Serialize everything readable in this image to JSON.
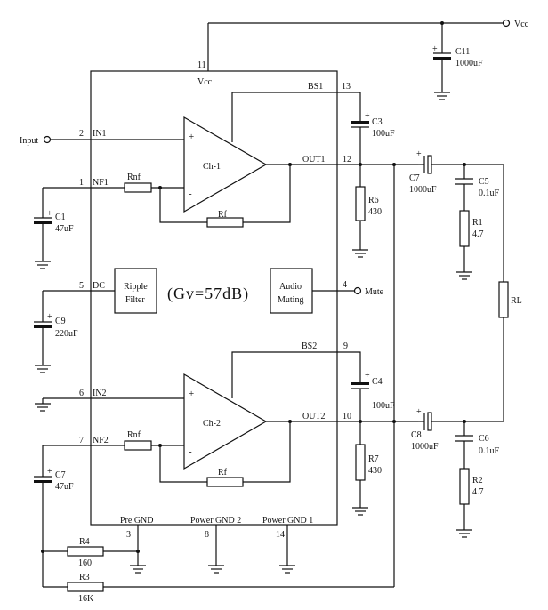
{
  "labels": {
    "vcc_rail": "Vcc",
    "vcc_pin": "Vcc",
    "bs1": "BS1",
    "bs2": "BS2",
    "in1": "IN1",
    "in2": "IN2",
    "nf1": "NF1",
    "nf2": "NF2",
    "dc": "DC",
    "out1": "OUT1",
    "out2": "OUT2",
    "input": "Input",
    "mute": "Mute",
    "ch1": "Ch-1",
    "ch2": "Ch-2",
    "gain": "(Gv=57dB)",
    "ripple_line1": "Ripple",
    "ripple_line2": "Filter",
    "audio_line1": "Audio",
    "audio_line2": "Muting",
    "pre_gnd": "Pre GND",
    "power_gnd2": "Power GND 2",
    "power_gnd1": "Power GND 1",
    "plus": "+",
    "minus": "-"
  },
  "pins": {
    "p11": "11",
    "p13": "13",
    "p12": "12",
    "p9": "9",
    "p10": "10",
    "p2": "2",
    "p1": "1",
    "p5": "5",
    "p4": "4",
    "p6": "6",
    "p7": "7",
    "p3": "3",
    "p8": "8",
    "p14": "14"
  },
  "components": {
    "c11": {
      "name": "C11",
      "value": "1000uF"
    },
    "c3": {
      "name": "C3",
      "value": "100uF"
    },
    "c4": {
      "name": "C4",
      "value": "100uF"
    },
    "c1": {
      "name": "C1",
      "value": "47uF"
    },
    "c9": {
      "name": "C9",
      "value": "220uF"
    },
    "c7_in": {
      "name": "C7",
      "value": "47uF"
    },
    "c7_out": {
      "name": "C7",
      "value": "1000uF"
    },
    "c8": {
      "name": "C8",
      "value": "1000uF"
    },
    "c5": {
      "name": "C5",
      "value": "0.1uF"
    },
    "c6": {
      "name": "C6",
      "value": "0.1uF"
    },
    "r1": {
      "name": "R1",
      "value": "4.7"
    },
    "r2": {
      "name": "R2",
      "value": "4.7"
    },
    "r6": {
      "name": "R6",
      "value": "430"
    },
    "r7": {
      "name": "R7",
      "value": "430"
    },
    "r4": {
      "name": "R4",
      "value": "160"
    },
    "r3": {
      "name": "R3",
      "value": "16K"
    },
    "rnf1": {
      "name": "Rnf"
    },
    "rnf2": {
      "name": "Rnf"
    },
    "rf1": {
      "name": "Rf"
    },
    "rf2": {
      "name": "Rf"
    },
    "rl": {
      "name": "RL"
    }
  }
}
